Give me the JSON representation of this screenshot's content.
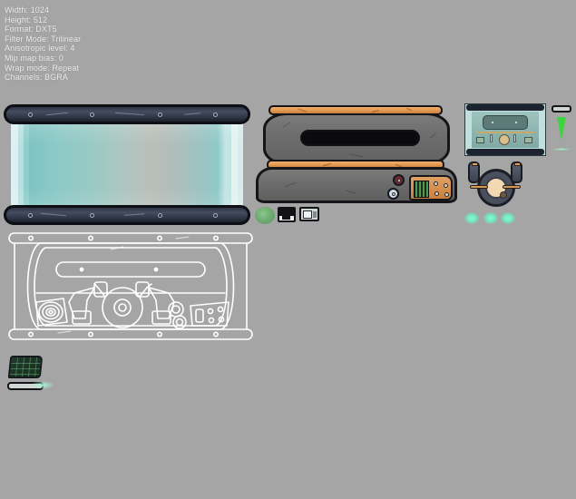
{
  "viewer": {
    "background_color": "#a5a5a5",
    "text_color": "#efefef"
  },
  "metadata": {
    "title": "Texture Properties",
    "rows": [
      {
        "label": "Width",
        "value": "1024",
        "text": "Width: 1024"
      },
      {
        "label": "Height",
        "value": "512",
        "text": "Height: 512"
      },
      {
        "label": "Format",
        "value": "DXT5",
        "text": "Format: DXT5"
      },
      {
        "label": "Filter Mode",
        "value": "Trilinear",
        "text": "Filter Mode: Trilinear"
      },
      {
        "label": "Anisotropic level",
        "value": "4",
        "text": "Anisotropic level: 4"
      },
      {
        "label": "Mip map bias",
        "value": "0",
        "text": "Mip map bias: 0"
      },
      {
        "label": "Wrap mode",
        "value": "Repeat",
        "text": "Wrap mode: Repeat"
      },
      {
        "label": "Channels",
        "value": "BGRA",
        "text": "Channels: BGRA"
      }
    ]
  },
  "texture_atlas": {
    "name": "cockpit-texture-atlas",
    "regions": [
      {
        "id": "glass-panel",
        "name": "windshield-glass-panel",
        "colors": {
          "glass_light": "#d9eef0",
          "glass_teal": "#7ec4c3",
          "glass_gray": "#b9bfb9",
          "rail": "#2f3545",
          "outline": "#0d0f14"
        },
        "rivet_count": 8
      },
      {
        "id": "hull-panel",
        "name": "cockpit-hull-panel",
        "colors": {
          "hull_gray": "#7b7b7b",
          "orange_strip": "#e49a52",
          "orange_dark": "#c97f3c",
          "outline": "#15151a",
          "slot": "#0b0b0d"
        },
        "gauges": [
          {
            "id": "gauge-red",
            "color": "#6e2b34"
          },
          {
            "id": "gauge-blue",
            "color": "#cfe0ea"
          }
        ],
        "console": {
          "screen_color": "#1c2a1c",
          "led_color": "#4f9a4f",
          "knob_count": 4
        }
      },
      {
        "id": "cockpit-inset",
        "name": "cockpit-interior-thumbnail",
        "colors": {
          "frame": "#bfe0dc",
          "rail": "#1e2330",
          "interior": "#9fc4bf",
          "wheel": "#d9c08b"
        }
      },
      {
        "id": "helm",
        "name": "helm-yoke-control",
        "colors": {
          "ring": "#4a4f5e",
          "face": "#f2d9b4",
          "grip": "#5b6173",
          "bar": "#d69a57"
        }
      },
      {
        "id": "wireframe",
        "name": "cockpit-wireframe-outline",
        "colors": {
          "line": "#ffffff"
        }
      }
    ],
    "sprites": [
      {
        "id": "sprite-green-disc",
        "name": "green-disc-sprite",
        "color": "#6aa86f"
      },
      {
        "id": "sprite-box-a",
        "name": "console-box-sprite",
        "color": "#e9eef0"
      },
      {
        "id": "sprite-box-b",
        "name": "monitor-box-sprite",
        "color": "#cfd6d6"
      },
      {
        "id": "sprite-grid-screen",
        "name": "green-grid-screen-sprite",
        "color": "#1f3a2a"
      },
      {
        "id": "sprite-light-bar",
        "name": "light-bar-sprite",
        "color": "#cfd8d4"
      },
      {
        "id": "sprite-glow",
        "name": "cyan-glow-sprite",
        "color": "#a9f6d6"
      },
      {
        "id": "inset-bar",
        "name": "small-bar-sprite",
        "color": "#cfd6d2"
      },
      {
        "id": "green-arrow",
        "name": "green-arrow-sprite",
        "color": "#3fd43f"
      },
      {
        "id": "green-line",
        "name": "green-glow-line-sprite",
        "color": "#9bf5c8"
      }
    ],
    "glow_dots": {
      "name": "cyan-glow-dot",
      "color": "#8ff7cf",
      "count": 3
    }
  }
}
